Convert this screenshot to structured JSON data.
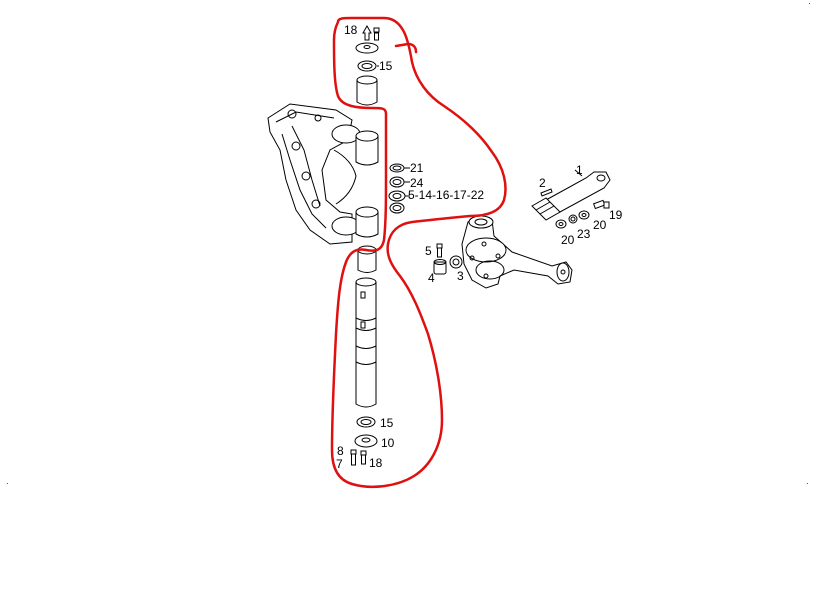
{
  "callouts": {
    "c18_top": "18",
    "c15_top": "15",
    "c21": "21",
    "c24": "24",
    "c_seal": "5-14-16-17-22",
    "c1": "1",
    "c2": "2",
    "c19": "19",
    "c20a": "20",
    "c23": "23",
    "c20b": "20",
    "c5": "5",
    "c4": "4",
    "c3": "3",
    "c15_bot": "15",
    "c10": "10",
    "c8": "8",
    "c7": "7",
    "c18_bot": "18"
  },
  "colors": {
    "highlight": "#e01010",
    "line": "#000000",
    "background": "#ffffff"
  }
}
